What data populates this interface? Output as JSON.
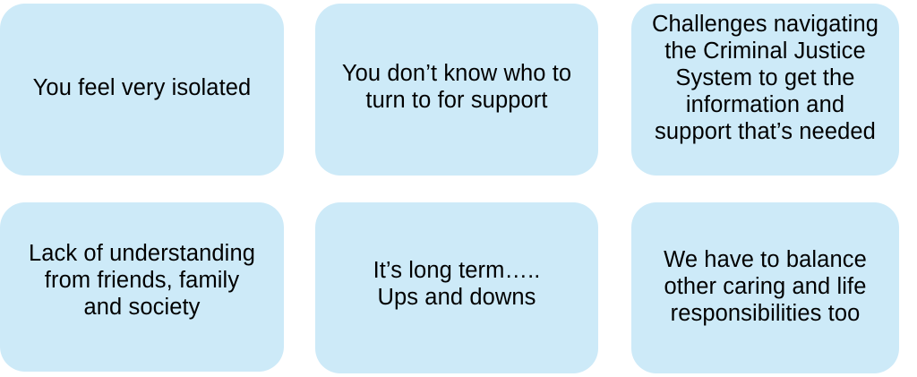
{
  "slide": {
    "background_color": "#FFFFFF",
    "card_fill_color": "#CDEAF8",
    "card_text_color": "#000000",
    "layout": "3-column x 2-row card grid"
  },
  "cards": [
    {
      "id": "card-isolated",
      "row": 1,
      "column": 1,
      "text": "You feel very isolated"
    },
    {
      "id": "card-who-to-turn-to",
      "row": 1,
      "column": 2,
      "text": "You don’t know who to\nturn to for support"
    },
    {
      "id": "card-criminal-justice-system",
      "row": 1,
      "column": 3,
      "text": "Challenges navigating\nthe Criminal Justice\nSystem to get the\ninformation and\nsupport that’s needed"
    },
    {
      "id": "card-lack-of-understanding",
      "row": 2,
      "column": 1,
      "text": "Lack of understanding\nfrom friends, family\nand society"
    },
    {
      "id": "card-long-term",
      "row": 2,
      "column": 2,
      "text": "It’s long term…..\nUps and downs"
    },
    {
      "id": "card-balance-responsibilities",
      "row": 2,
      "column": 3,
      "text": "We have to balance\nother caring and life\nresponsibilities too"
    }
  ]
}
